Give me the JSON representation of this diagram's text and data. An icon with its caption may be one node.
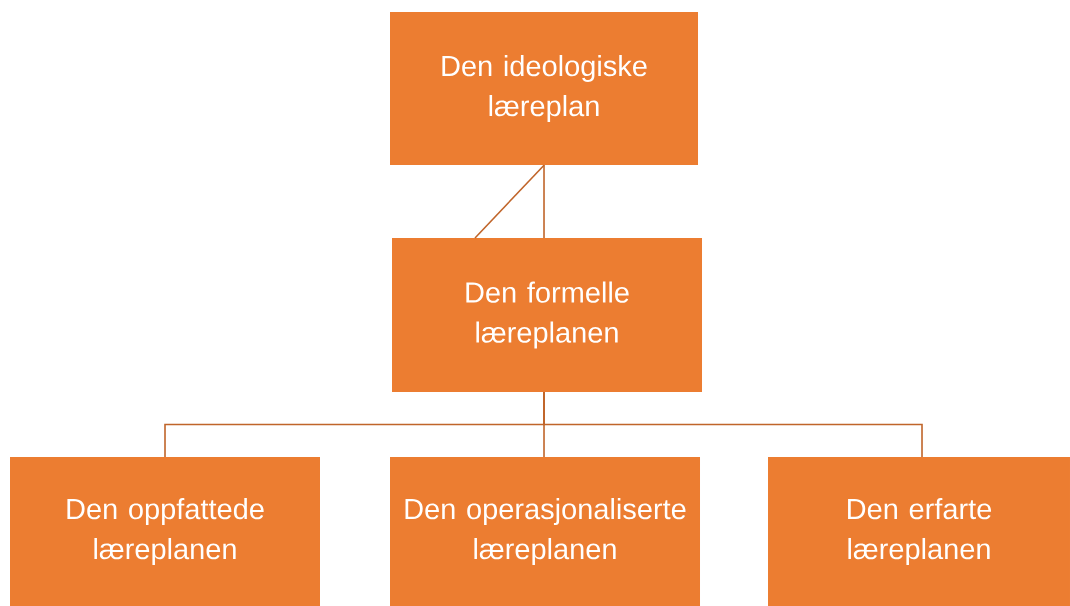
{
  "diagram": {
    "nodes": [
      {
        "text": [
          "Den ideologiske læreplan"
        ]
      },
      {
        "text": [
          "Den formelle læreplanen"
        ]
      },
      {
        "text": [
          "Den oppfattede læreplanen"
        ]
      },
      {
        "text": [
          "Den operasjonaliserte læreplanen"
        ]
      },
      {
        "text": [
          "Den erfarte læreplanen"
        ]
      }
    ],
    "edges": [
      {
        "from": 0,
        "to": 1,
        "arrow": "none"
      },
      {
        "from": 0,
        "to": 1,
        "arrow": "none"
      },
      {
        "from": 1,
        "to": 2,
        "arrow": "none"
      },
      {
        "from": 1,
        "to": 3,
        "arrow": "none"
      },
      {
        "from": 1,
        "to": 4,
        "arrow": "none"
      }
    ]
  }
}
